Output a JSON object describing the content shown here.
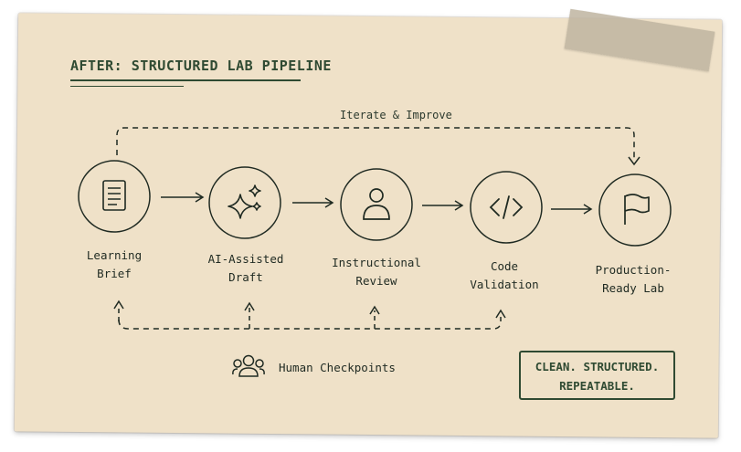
{
  "title": "AFTER: STRUCTURED LAB PIPELINE",
  "iterate_label": "Iterate & Improve",
  "steps": [
    {
      "line1": "Learning",
      "line2": "Brief",
      "icon": "document-icon"
    },
    {
      "line1": "AI-Assisted",
      "line2": "Draft",
      "icon": "sparkles-icon"
    },
    {
      "line1": "Instructional",
      "line2": "Review",
      "icon": "person-icon"
    },
    {
      "line1": "Code",
      "line2": "Validation",
      "icon": "code-icon"
    },
    {
      "line1": "Production-",
      "line2": "Ready Lab",
      "icon": "flag-icon"
    }
  ],
  "checkpoints_label": "Human Checkpoints",
  "checkpoints_icon": "group-icon",
  "badge": {
    "line1": "CLEAN. STRUCTURED.",
    "line2": "REPEATABLE."
  },
  "colors": {
    "card": "#efe1c8",
    "ink": "#1f2a22",
    "accent": "#2f4a32"
  }
}
